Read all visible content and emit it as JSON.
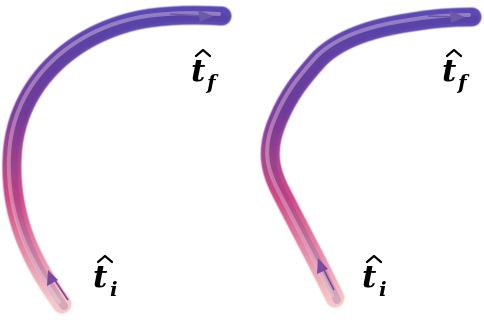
{
  "panels": [
    {
      "id": "smooth",
      "start_label": {
        "symbol": "t",
        "subscript": "i"
      },
      "end_label": {
        "symbol": "t",
        "subscript": "f"
      }
    },
    {
      "id": "kinked",
      "start_label": {
        "symbol": "t",
        "subscript": "i"
      },
      "end_label": {
        "symbol": "t",
        "subscript": "f"
      }
    }
  ],
  "colors": {
    "tube_start": "#f4a8b6",
    "tube_mid": "#c2387a",
    "tube_end": "#4a3fa6",
    "tube_tip": "#e8c4d4",
    "arrow": "#6a4fa0",
    "background": "#ffffff"
  }
}
